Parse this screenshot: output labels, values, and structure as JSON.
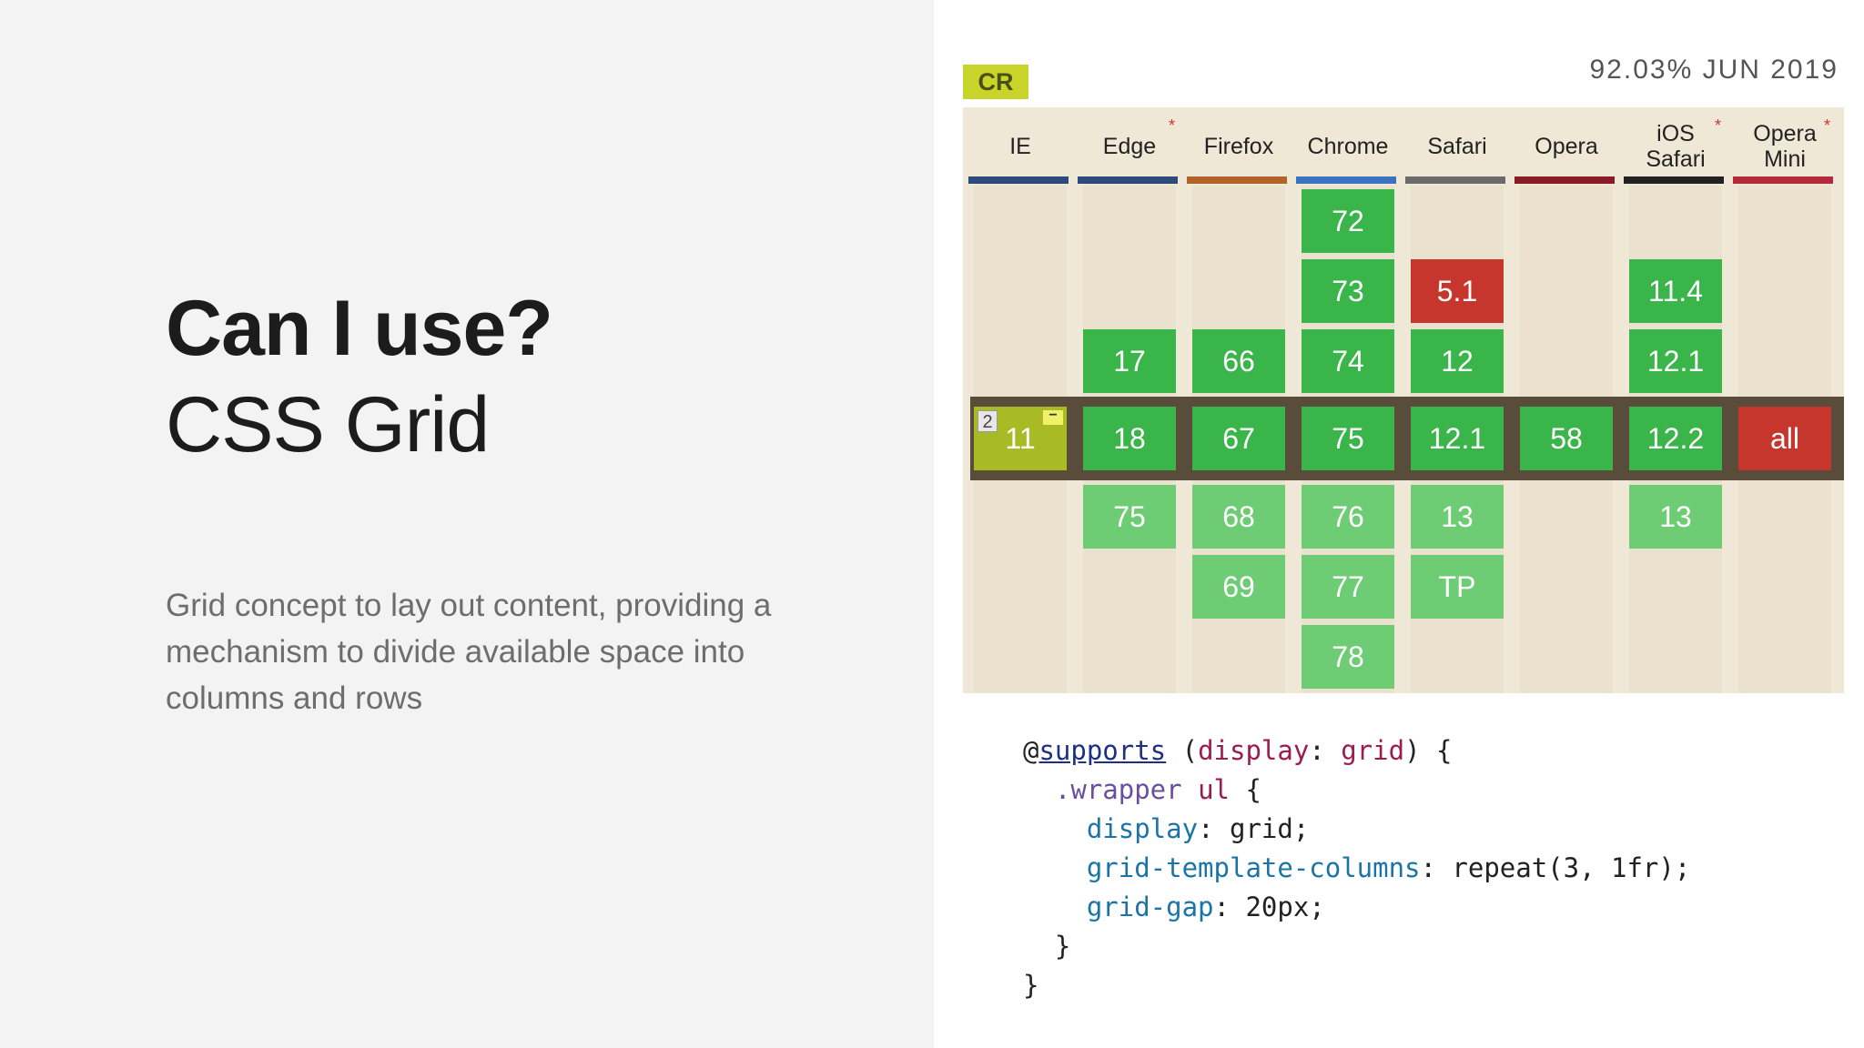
{
  "left": {
    "title": "Can I use?",
    "subtitle": "CSS Grid",
    "description": "Grid concept to lay out content, providing a mechanism to divide available space into columns and rows"
  },
  "badge": "CR",
  "usage": "92.03%  JUN 2019",
  "browsers": [
    {
      "name": "IE",
      "bar_color": "#2c4a7c",
      "star": false
    },
    {
      "name": "Edge",
      "bar_color": "#2c4a7c",
      "star": true
    },
    {
      "name": "Firefox",
      "bar_color": "#b0642a",
      "star": false
    },
    {
      "name": "Chrome",
      "bar_color": "#3b73c0",
      "star": false
    },
    {
      "name": "Safari",
      "bar_color": "#6b6b6b",
      "star": false
    },
    {
      "name": "Opera",
      "bar_color": "#8a1a24",
      "star": false
    },
    {
      "name": "iOS Safari",
      "bar_color": "#222222",
      "star": true
    },
    {
      "name": "Opera Mini",
      "bar_color": "#b52a3a",
      "star": true
    }
  ],
  "cells": {
    "chrome": [
      "72",
      "73",
      "74",
      "75",
      "76",
      "77",
      "78"
    ],
    "safari": [
      "5.1",
      "12",
      "12.1",
      "13",
      "TP"
    ],
    "ios": [
      "11.4",
      "12.1",
      "12.2",
      "13"
    ],
    "edge": [
      "17",
      "18",
      "75"
    ],
    "firefox": [
      "66",
      "67",
      "68",
      "69"
    ],
    "ie": [
      "11"
    ],
    "opera": [
      "58"
    ],
    "operamini": [
      "all"
    ]
  },
  "ie_note": "2",
  "ie_flag": "−",
  "code": {
    "l1_at": "@",
    "l1_kw": "supports",
    "l1_p1": " (",
    "l1_prop": "display",
    "l1_p2": ": ",
    "l1_val": "grid",
    "l1_p3": ") {",
    "l2_sel": ".wrapper",
    "l2_sel2": "ul",
    "l2_rest": " {",
    "l3_prop": "display",
    "l3_val": ": grid;",
    "l4_prop": "grid-template-columns",
    "l4_val": ": repeat(3, 1fr);",
    "l5_prop": "grid-gap",
    "l5_val": ": 20px;",
    "l6": "}",
    "l7": "}"
  }
}
